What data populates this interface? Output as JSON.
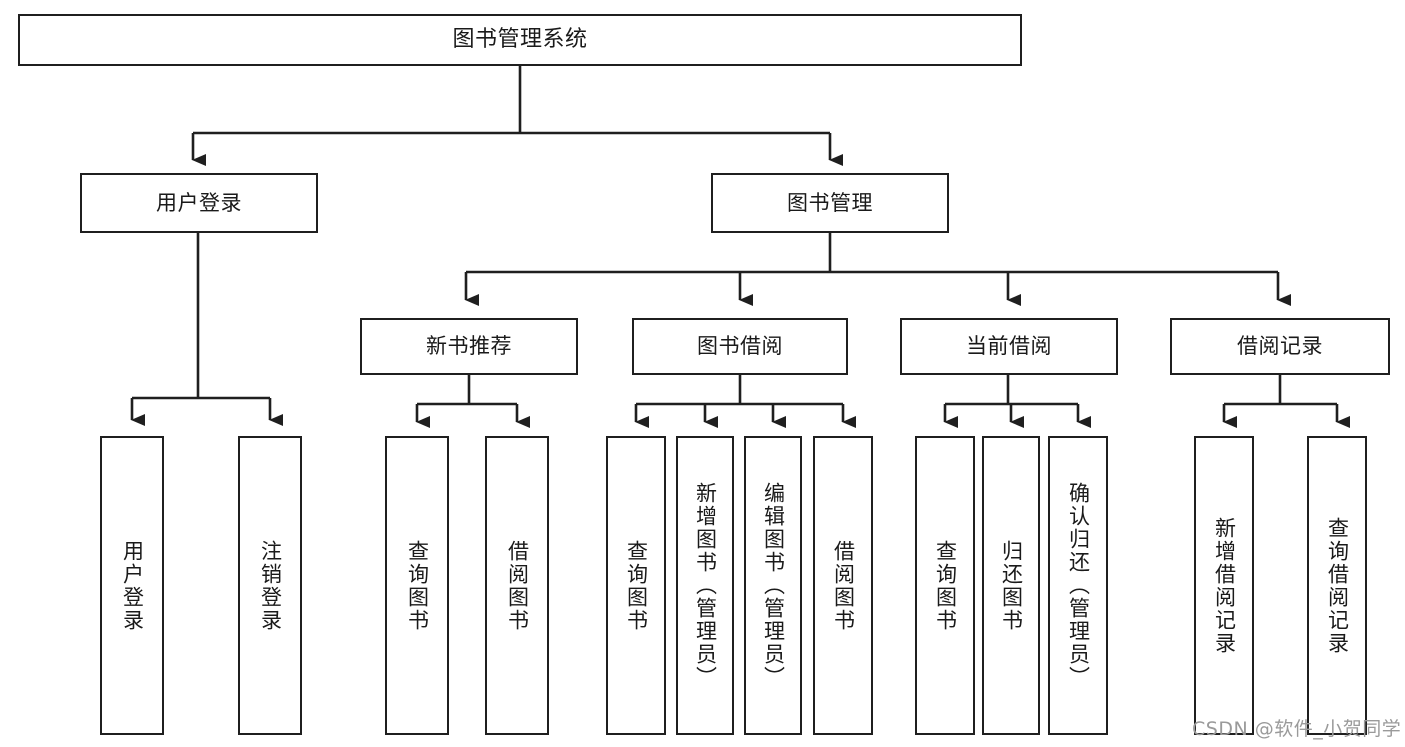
{
  "diagram": {
    "title": "图书管理系统",
    "type": "tree-hierarchy-chart",
    "colors": {
      "stroke": "#1f1f1f",
      "fill": "#ffffff",
      "text": "#1a1a1a",
      "watermark": "#9a9a9a"
    },
    "root": {
      "id": "root",
      "label": "图书管理系统",
      "orientation": "horizontal"
    },
    "level1": [
      {
        "id": "user-login",
        "label": "用户登录",
        "orientation": "horizontal"
      },
      {
        "id": "book-manage",
        "label": "图书管理",
        "orientation": "horizontal"
      }
    ],
    "level2": [
      {
        "id": "new-book-recommend",
        "label": "新书推荐",
        "orientation": "horizontal",
        "parent": "book-manage"
      },
      {
        "id": "book-borrow",
        "label": "图书借阅",
        "orientation": "horizontal",
        "parent": "book-manage"
      },
      {
        "id": "current-borrow",
        "label": "当前借阅",
        "orientation": "horizontal",
        "parent": "book-manage"
      },
      {
        "id": "borrow-record",
        "label": "借阅记录",
        "orientation": "horizontal",
        "parent": "book-manage"
      }
    ],
    "leaves": [
      {
        "id": "leaf-user-login",
        "label": "用户登录",
        "orientation": "vertical",
        "parent": "user-login"
      },
      {
        "id": "leaf-logout",
        "label": "注销登录",
        "orientation": "vertical",
        "parent": "user-login"
      },
      {
        "id": "leaf-query-book-1",
        "label": "查询图书",
        "orientation": "vertical",
        "parent": "new-book-recommend"
      },
      {
        "id": "leaf-borrow-book-1",
        "label": "借阅图书",
        "orientation": "vertical",
        "parent": "new-book-recommend"
      },
      {
        "id": "leaf-query-book-2",
        "label": "查询图书",
        "orientation": "vertical",
        "parent": "book-borrow"
      },
      {
        "id": "leaf-add-book",
        "label": "新增图书（管理员）",
        "orientation": "vertical",
        "parent": "book-borrow"
      },
      {
        "id": "leaf-edit-book",
        "label": "编辑图书（管理员）",
        "orientation": "vertical",
        "parent": "book-borrow"
      },
      {
        "id": "leaf-borrow-book-2",
        "label": "借阅图书",
        "orientation": "vertical",
        "parent": "book-borrow"
      },
      {
        "id": "leaf-query-book-3",
        "label": "查询图书",
        "orientation": "vertical",
        "parent": "current-borrow"
      },
      {
        "id": "leaf-return-book",
        "label": "归还图书",
        "orientation": "vertical",
        "parent": "current-borrow"
      },
      {
        "id": "leaf-confirm-return",
        "label": "确认归还（管理员）",
        "orientation": "vertical",
        "parent": "current-borrow"
      },
      {
        "id": "leaf-add-record",
        "label": "新增借阅记录",
        "orientation": "vertical",
        "parent": "borrow-record"
      },
      {
        "id": "leaf-query-record",
        "label": "查询借阅记录",
        "orientation": "vertical",
        "parent": "borrow-record"
      }
    ],
    "watermark": "CSDN @软件_小贺同学"
  }
}
